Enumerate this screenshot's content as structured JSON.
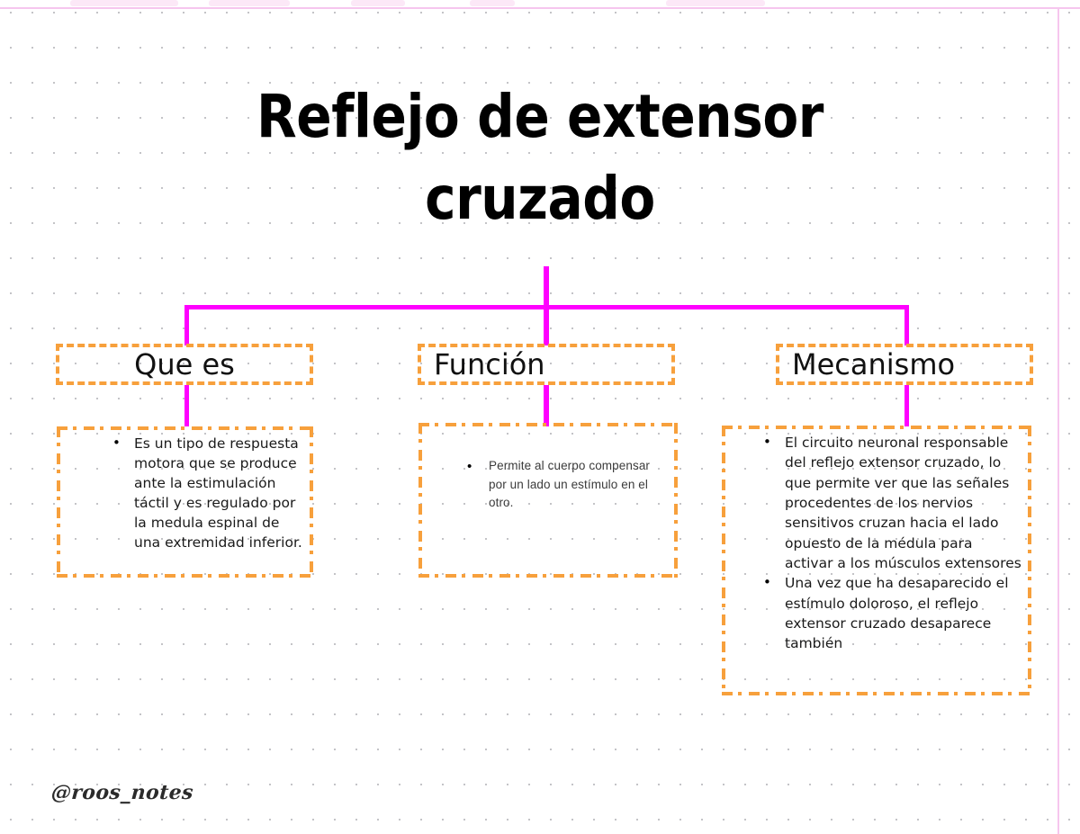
{
  "page": {
    "title_line1": "Reflejo de extensor",
    "title_line2": "cruzado",
    "title_full": "Reflejo de extensor\ncruzado",
    "signature": "@roos_notes",
    "background": "#ffffff",
    "dot_grid_color": "#5a5a64",
    "frame_color": "#f6c6ee"
  },
  "colors": {
    "connector": "#ff00ff",
    "box_border": "#f7a03c",
    "text": "#000000"
  },
  "columns": [
    {
      "id": "que-es",
      "header": "Que es",
      "header_align": "center",
      "bullets": [
        "Es un tipo de respuesta motora que se produce ante la estimulación táctil y es regulado por la medula espinal de una extremidad inferior."
      ]
    },
    {
      "id": "funcion",
      "header": "Función",
      "header_align": "left",
      "bullets": [
        "Permite al cuerpo compensar por un lado un estímulo en el otro."
      ]
    },
    {
      "id": "mecanismo",
      "header": "Mecanismo",
      "header_align": "left",
      "bullets": [
        "El circuito neuronal responsable del reflejo extensor cruzado, lo que permite ver que las señales procedentes de los nervios sensitivos cruzan hacia el lado opuesto de la médula para activar a los músculos extensores",
        "Una vez que ha desaparecido el estímulo doloroso, el reflejo extensor cruzado desaparece también"
      ]
    }
  ]
}
